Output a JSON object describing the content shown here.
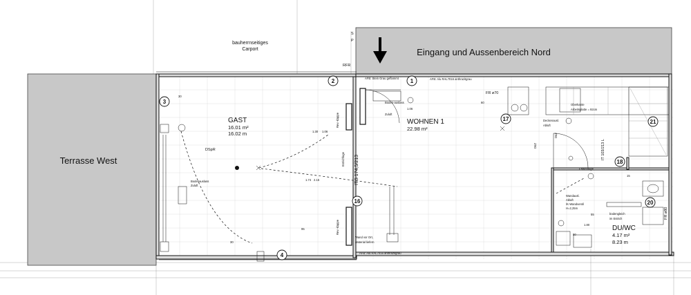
{
  "zones": {
    "terrasse": "Terrasse West",
    "eingang": "Eingang und Aussenbereich Nord",
    "carport_line1": "bauherrnseitiges",
    "carport_line2": "Carport"
  },
  "rooms": {
    "gast": {
      "name": "GAST",
      "area": "16.01 m²",
      "perimeter": "16.02 m"
    },
    "wohnen": {
      "name": "WOHNEN 1",
      "area": "22.98 m²"
    },
    "duwc": {
      "name": "DU/WC",
      "area": "4.17 m²",
      "perimeter": "8.23 m"
    }
  },
  "markers": [
    "1",
    "2",
    "3",
    "4",
    "16",
    "17",
    "18",
    "20",
    "21"
  ],
  "labels": {
    "rf": "RFR",
    "s": "S",
    "p": "P",
    "dspr": "DSpR",
    "its": "ITS 174,5/213",
    "it": "IT 103/213 L",
    "fr70": "FR ø70",
    "fr80": "FR ø80",
    "oberkante": "Oberkante",
    "arbeitsplatte": "Arbeitsplatte = 92cm",
    "bodenauslass1": "Bodenauslass",
    "zuluft1": "Zuluft",
    "bodenauslass2": "Boden-auslass",
    "zuluft2": "Zuluft",
    "wandvor": "Wand vor Ort,",
    "material": "Material liefern",
    "estrichfuge1": "Estrichfuge",
    "estrichfuge2": "Estrichfuge",
    "wandauslass": "Wandausl.",
    "abluft": "Abluft",
    "kwandventil": "/K-Wandventil",
    "h225": "H=2,25m",
    "deckenausl": "Deckenausl.",
    "abluft2": "Abluft",
    "bodengleich": "bodengleich",
    "imestrich": "im Estrich",
    "revklappe1": "Rev.-klappe",
    "revklappe2": "Rev.-klappe",
    "afb_top": "AFB: Stein Grau geflammt",
    "afb_rail": "AFB: Alu RAL7016 anthrazitgrau",
    "afb_bottom": "AFB: Alu RAL7016 anthrazitgrau",
    "dim_30a": "30",
    "dim_30b": "30",
    "dim_130": "1.30",
    "dim_106a": "1.06",
    "dim_106b": "1.06",
    "dim_174": "1.74",
    "dim_215": "2.15",
    "dim_95": "95",
    "dim_80": "80",
    "dim_55": "55",
    "dim_180": "1.80",
    "dim_60": "60",
    "dim_15": "15",
    "duz1": "DüZ",
    "duz2": "DüZ"
  }
}
